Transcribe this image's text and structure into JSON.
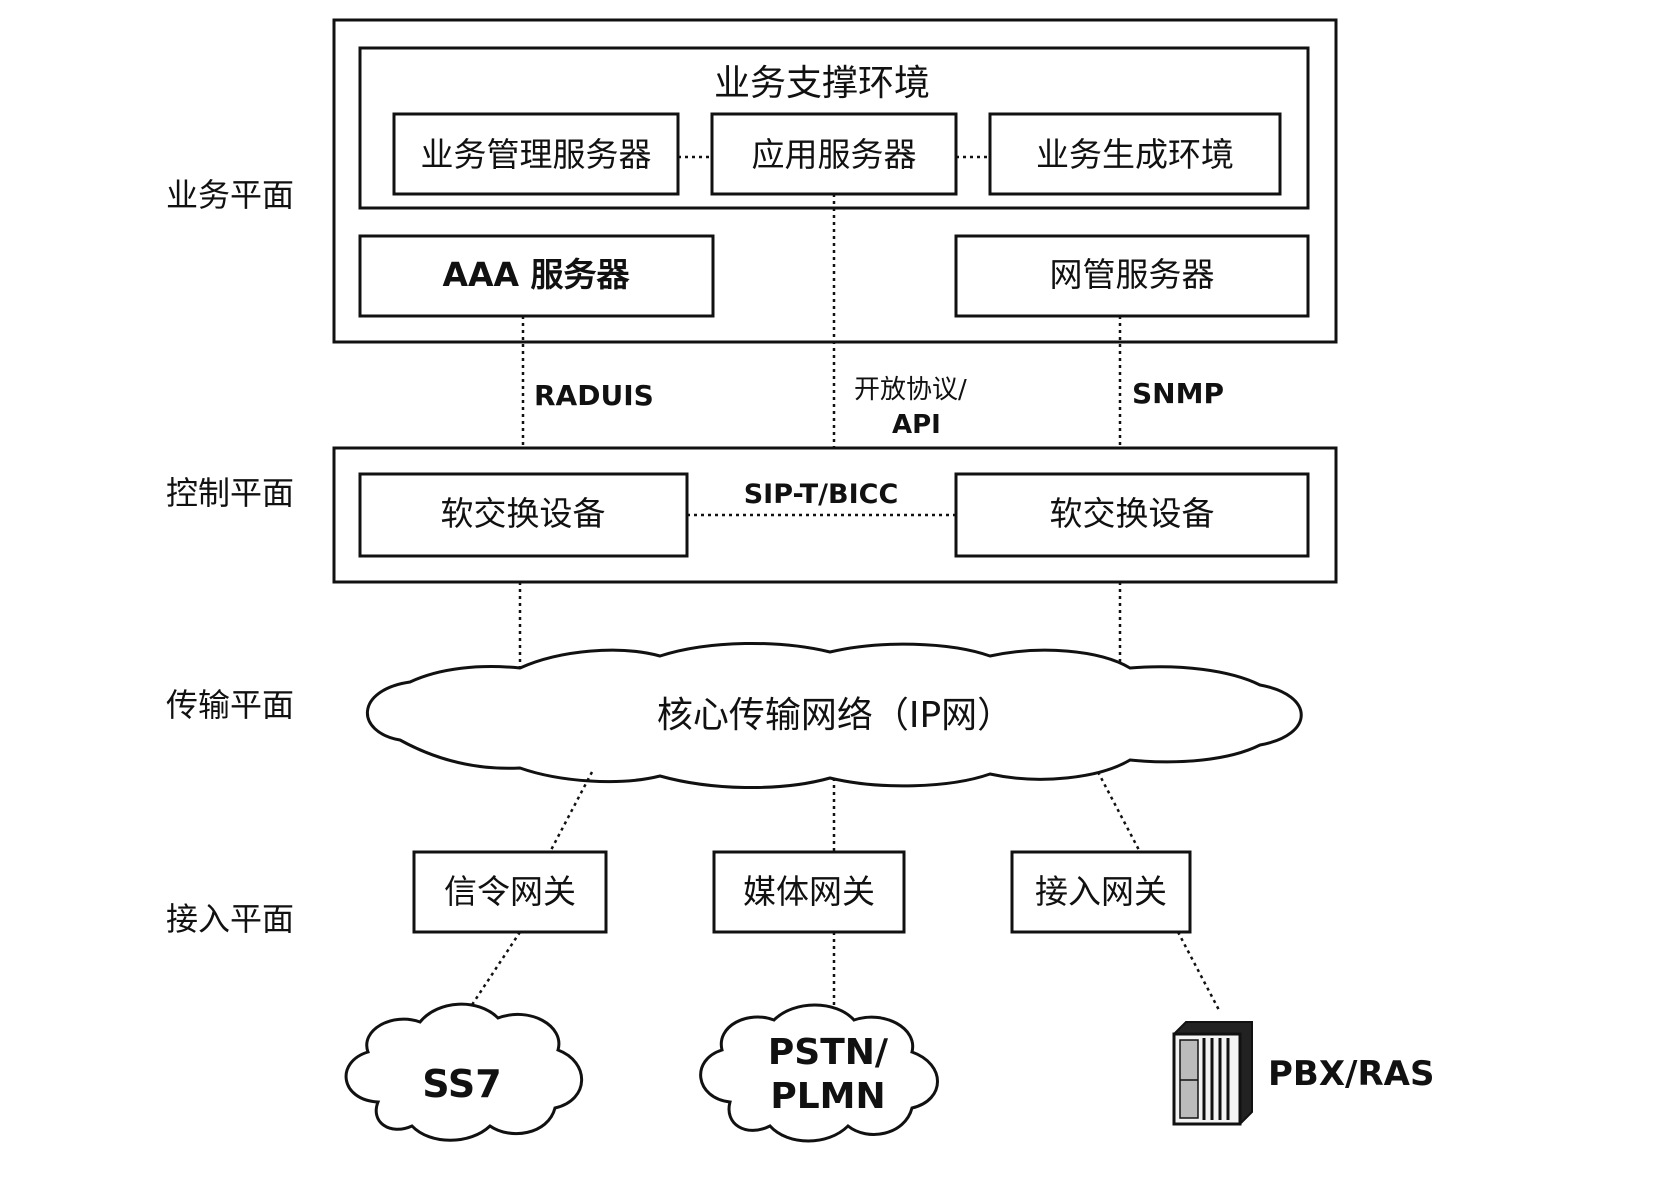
{
  "planes": {
    "service": "业务平面",
    "control": "控制平面",
    "transport": "传输平面",
    "access": "接入平面"
  },
  "service_env": {
    "title": "业务支撑环境",
    "mgmt_server": "业务管理服务器",
    "app_server": "应用服务器",
    "gen_env": "业务生成环境"
  },
  "aaa_server": "AAA 服务器",
  "nms_server": "网管服务器",
  "links": {
    "radius": "RADUIS",
    "open_api_line1": "开放协议/",
    "open_api_line2": "API",
    "snmp": "SNMP",
    "sip": "SIP-T/BICC"
  },
  "softswitch_left": "软交换设备",
  "softswitch_right": "软交换设备",
  "core_network": "核心传输网络（IP网）",
  "gateways": {
    "signaling": "信令网关",
    "media": "媒体网关",
    "access": "接入网关"
  },
  "endpoints": {
    "ss7": "SS7",
    "pstn_line1": "PSTN/",
    "pstn_line2": "PLMN",
    "pbx": "PBX/RAS"
  }
}
